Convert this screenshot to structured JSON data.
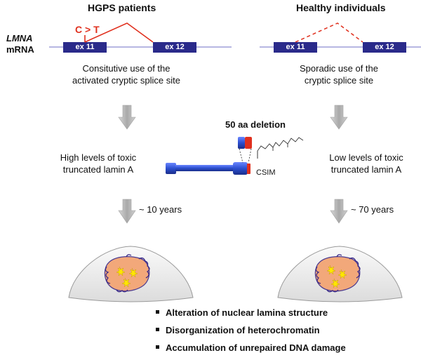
{
  "columns": {
    "left": {
      "header": "HGPS patients",
      "mutation": "C > T",
      "exon_a": "ex 11",
      "exon_b": "ex 12",
      "splice_desc": [
        "Consitutive use of the",
        "activated cryptic splice site"
      ],
      "lamin_level": [
        "High levels of toxic",
        "truncated lamin A"
      ],
      "timeline": "~ 10 years"
    },
    "right": {
      "header": "Healthy individuals",
      "exon_a": "ex 11",
      "exon_b": "ex 12",
      "splice_desc": [
        "Sporadic use of the",
        "cryptic splice site"
      ],
      "lamin_level": [
        "Low levels of toxic",
        "truncated lamin A"
      ],
      "timeline": "~ 70 years"
    }
  },
  "gene_label": "LMNA",
  "mrna_label": "mRNA",
  "deletion_label": "50 aa deletion",
  "motif_label": "CSIM",
  "consequences": [
    "Alteration of nuclear lamina structure",
    "Disorganization of heterochromatin",
    "Accumulation of unrepaired  DNA damage"
  ],
  "colors": {
    "exon": "#2a2a8a",
    "splice_active": "#e0301e",
    "protein": "#2c4fd0",
    "protein_tail": "#e0301e",
    "arrow": "#b8b8b8",
    "cell": "#ebebeb",
    "nucleus": "#f2a87a",
    "chromatin": "#4a3a90",
    "damage": "#ffe600"
  }
}
